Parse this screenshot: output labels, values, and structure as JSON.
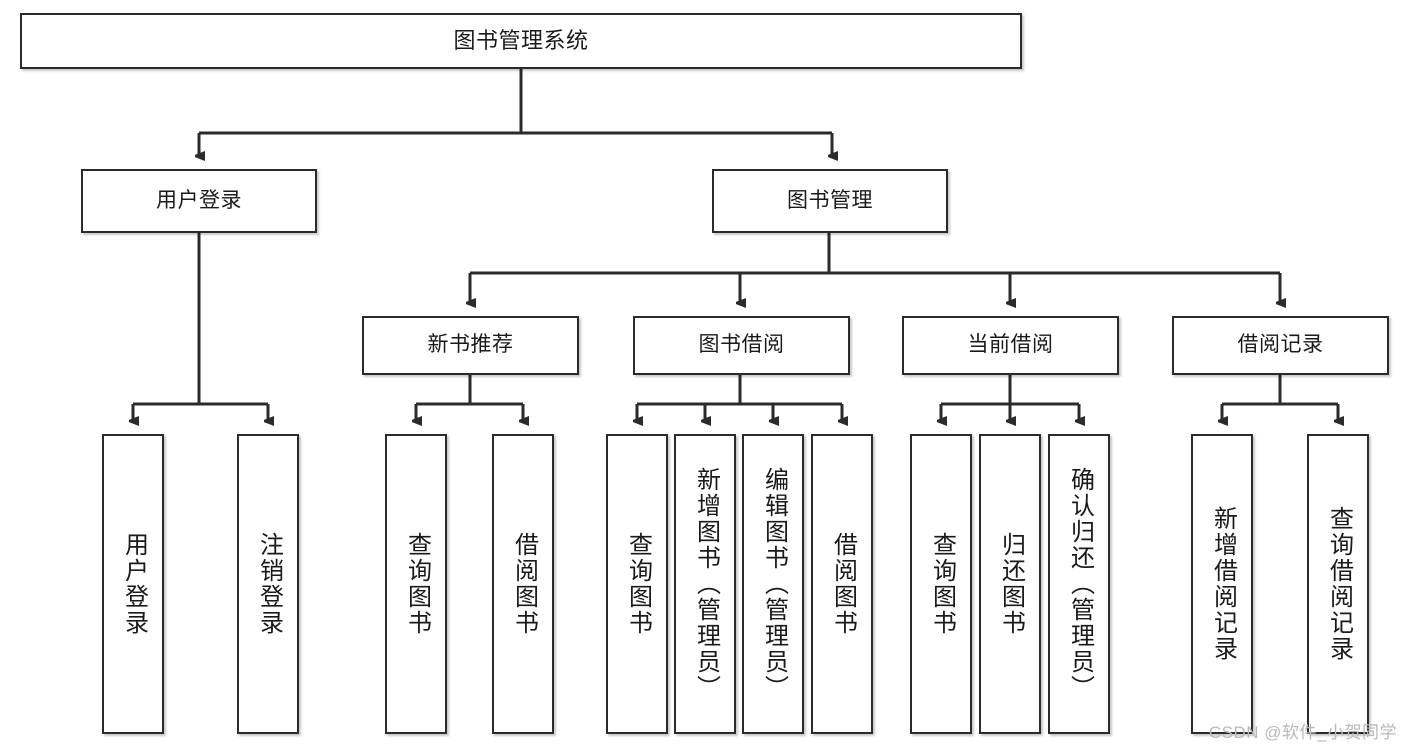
{
  "diagram": {
    "type": "tree-hierarchy",
    "title": "图书管理系统",
    "watermark": "CSDN @软件_小贺同学",
    "colors": {
      "box_border": "#2b2b2b",
      "box_fill": "#ffffff",
      "connector": "#2b2b2b",
      "text": "#1a1a1a",
      "watermark": "#b9b9b9"
    },
    "root": {
      "label": "图书管理系统"
    },
    "level2": [
      {
        "label": "用户登录"
      },
      {
        "label": "图书管理"
      }
    ],
    "level3": [
      {
        "label": "新书推荐"
      },
      {
        "label": "图书借阅"
      },
      {
        "label": "当前借阅"
      },
      {
        "label": "借阅记录"
      }
    ],
    "leaves": [
      {
        "label": "用户登录",
        "parent": "用户登录"
      },
      {
        "label": "注销登录",
        "parent": "用户登录"
      },
      {
        "label": "查询图书",
        "parent": "新书推荐"
      },
      {
        "label": "借阅图书",
        "parent": "新书推荐"
      },
      {
        "label": "查询图书",
        "parent": "图书借阅"
      },
      {
        "label": "新增图书（管理员）",
        "parent": "图书借阅"
      },
      {
        "label": "编辑图书（管理员）",
        "parent": "图书借阅"
      },
      {
        "label": "借阅图书",
        "parent": "图书借阅"
      },
      {
        "label": "查询图书",
        "parent": "当前借阅"
      },
      {
        "label": "归还图书",
        "parent": "当前借阅"
      },
      {
        "label": "确认归还（管理员）",
        "parent": "当前借阅"
      },
      {
        "label": "新增借阅记录",
        "parent": "借阅记录"
      },
      {
        "label": "查询借阅记录",
        "parent": "借阅记录"
      }
    ]
  }
}
